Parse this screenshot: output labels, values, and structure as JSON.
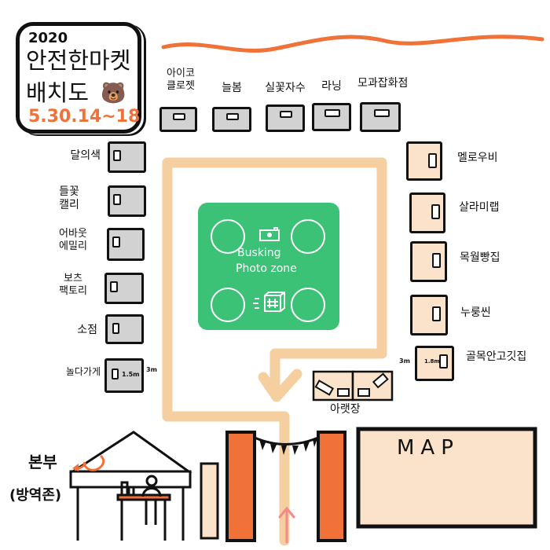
{
  "title": {
    "year": "2020",
    "name": "안전한마켓",
    "subtitle": "배치도",
    "date": "5.30.14~18"
  },
  "top_stalls": [
    {
      "label": "아이코\n클로젯"
    },
    {
      "label": "늘봄"
    },
    {
      "label": "실꽃자수"
    },
    {
      "label": "라닝"
    },
    {
      "label": "모과잡화점"
    }
  ],
  "left_stalls": [
    {
      "label": "달의색"
    },
    {
      "label": "들꽃\n캘리"
    },
    {
      "label": "어바웃\n에밀리"
    },
    {
      "label": "보츠\n팩토리"
    },
    {
      "label": "소점"
    },
    {
      "label": "놀다가게"
    }
  ],
  "left_dimensions": {
    "width": "1.5m",
    "depth": "3m"
  },
  "right_stalls": [
    {
      "label": "멜로우비"
    },
    {
      "label": "살라미랩"
    },
    {
      "label": "목월빵집"
    },
    {
      "label": "누룽씬"
    },
    {
      "label": "골목안고깃집"
    }
  ],
  "right_dimensions": {
    "width": "1.8m",
    "depth": "3m"
  },
  "photo_zone": {
    "line1": "Busking",
    "line2": "Photo zone"
  },
  "lower_market": {
    "label": "아랫장"
  },
  "headquarters": {
    "label": "본부",
    "sub": "(방역존)"
  },
  "map_board": {
    "label": "MAP"
  },
  "colors": {
    "orange": "#f07238",
    "path": "#f5cfa0",
    "green": "#3cc277",
    "peach": "#fbe3cb",
    "gray": "#d2d2d2",
    "pink": "#f48a86"
  }
}
